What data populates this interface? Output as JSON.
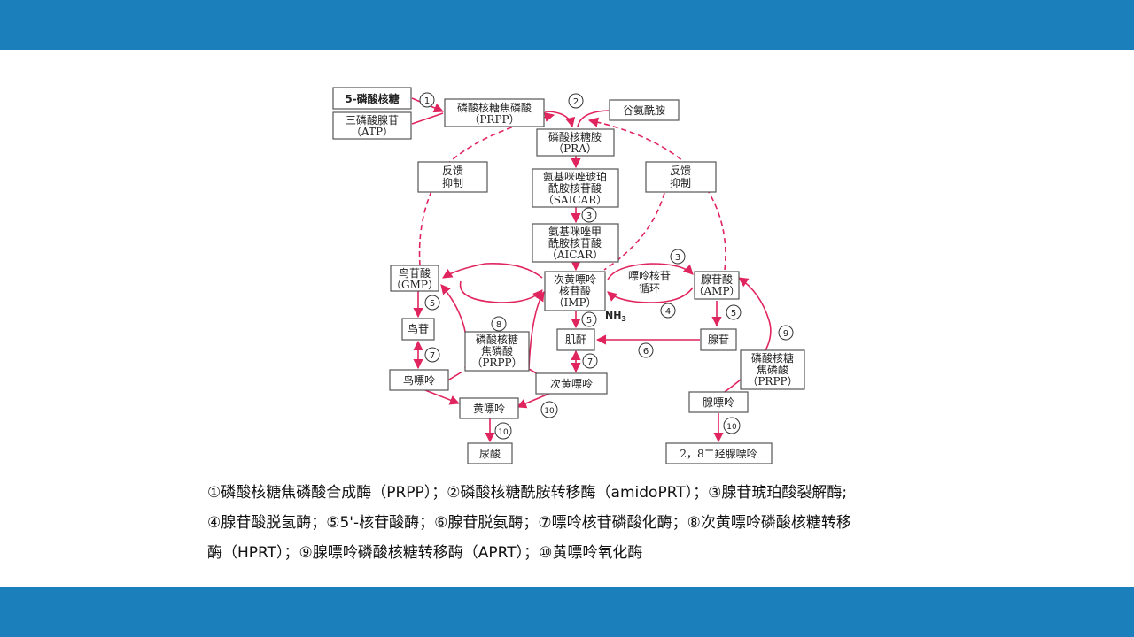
{
  "nodes": {
    "r5p": {
      "lines": [
        "5-磷酸核糖"
      ]
    },
    "atp": {
      "lines": [
        "三磷酸腺苷",
        "（ATP）"
      ]
    },
    "prpp": {
      "lines": [
        "磷酸核糖焦磷酸",
        "（PRPP）"
      ]
    },
    "gln": {
      "lines": [
        "谷氨酰胺"
      ]
    },
    "pra": {
      "lines": [
        "磷酸核糖胺",
        "（PRA）"
      ]
    },
    "saicar": {
      "lines": [
        "氨基咪唑琥珀",
        "酰胺核苷酸",
        "（SAICAR）"
      ]
    },
    "aicar": {
      "lines": [
        "氨基咪唑甲",
        "酰胺核苷酸",
        "（AICAR）"
      ]
    },
    "fb_left": {
      "lines": [
        "反馈",
        "抑制"
      ]
    },
    "fb_right": {
      "lines": [
        "反馈",
        "抑制"
      ]
    },
    "gmp": {
      "lines": [
        "鸟苷酸",
        "（GMP）"
      ]
    },
    "imp": {
      "lines": [
        "次黄嘌呤",
        "核苷酸",
        "（IMP）"
      ]
    },
    "amp": {
      "lines": [
        "腺苷酸",
        "（AMP）"
      ]
    },
    "cycle": {
      "lines": [
        "嘌呤核苷",
        "循环"
      ]
    },
    "guanosine": {
      "lines": [
        "鸟苷"
      ]
    },
    "inosine": {
      "lines": [
        "肌酐"
      ]
    },
    "adenosine": {
      "lines": [
        "腺苷"
      ]
    },
    "prpp_left": {
      "lines": [
        "磷酸核糖",
        "焦磷酸",
        "（PRPP）"
      ]
    },
    "prpp_right": {
      "lines": [
        "磷酸核糖",
        "焦磷酸",
        "（PRPP）"
      ]
    },
    "guanine": {
      "lines": [
        "鸟嘌呤"
      ]
    },
    "hypoxanthine": {
      "lines": [
        "次黄嘌呤"
      ]
    },
    "adenine": {
      "lines": [
        "腺嘌呤"
      ]
    },
    "xanthine": {
      "lines": [
        "黄嘌呤"
      ]
    },
    "uric_acid": {
      "lines": [
        "尿酸"
      ]
    },
    "dha": {
      "lines": [
        "2，8二羟腺嘌呤"
      ]
    }
  },
  "nh3_label": "NH",
  "nh3_sub": "3",
  "step_labels": {
    "s1": "1",
    "s2": "2",
    "s3a": "3",
    "s3b": "3",
    "s4": "4",
    "s5a": "5",
    "s5b": "5",
    "s5c": "5",
    "s6": "6",
    "s7a": "7",
    "s7b": "7",
    "s8": "8",
    "s9": "9",
    "s10a": "10",
    "s10b": "10",
    "s10c": "10"
  },
  "legend": {
    "line1": "①磷酸核糖焦磷酸合成酶（PRPP）；②磷酸核糖酰胺转移酶（amidoPRT）；③腺苷琥珀酸裂解酶;",
    "line2": "④腺苷酸脱氢酶；⑤5'-核苷酸酶；⑥腺苷脱氨酶；⑦嘌呤核苷磷酸化酶；⑧次黄嘌呤磷酸核糖转移",
    "line3": "酶（HPRT）；⑨腺嘌呤磷酸核糖转移酶（APRT）；⑩黄嘌呤氧化酶"
  },
  "colors": {
    "band": "#1a7fba",
    "arrow": "#e0245e",
    "box_border": "#555555"
  }
}
